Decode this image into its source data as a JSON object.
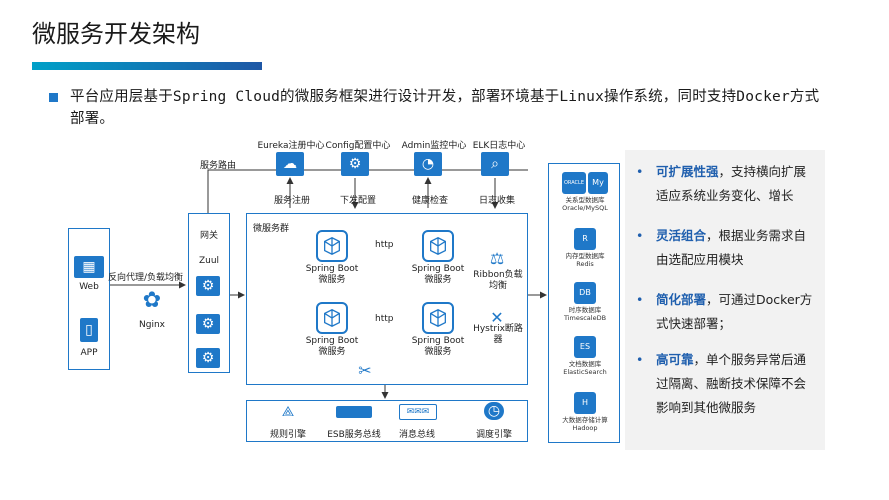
{
  "title": "微服务开发架构",
  "intro": "平台应用层基于Spring Cloud的微服务框架进行设计开发，部署环境基于Linux操作系统，同时支持Docker方式部署。",
  "top_services": [
    {
      "label": "Eureka注册中心",
      "edge": "服务注册"
    },
    {
      "label": "Config配置中心",
      "edge": "下发配置"
    },
    {
      "label": "Admin监控中心",
      "edge": "健康检查"
    },
    {
      "label": "ELK日志中心",
      "edge": "日志收集"
    }
  ],
  "service_route": "服务路由",
  "client": {
    "web": "Web",
    "app": "APP"
  },
  "proxy_label": "反向代理/负载均衡",
  "nginx": "Nginx",
  "gateway": {
    "title": "网关",
    "name": "Zuul"
  },
  "cluster": {
    "title": "微服务群",
    "services": [
      "Spring Boot\n微服务",
      "Spring Boot\n微服务",
      "Spring Boot\n微服务",
      "Spring Boot\n微服务"
    ],
    "http": [
      "http",
      "http"
    ],
    "ribbon": "Ribbon负载\n均衡",
    "hystrix": "Hystrix断路\n器"
  },
  "bottom": [
    "规则引擎",
    "ESB服务总线",
    "消息总线",
    "调度引擎"
  ],
  "storage": [
    {
      "name": "关系型数据库\nOracle/MySQL",
      "icon": "ORACLE"
    },
    {
      "name": "内存型数据库\nRedis",
      "icon": "R"
    },
    {
      "name": "时序数据库\nTimescaleDB",
      "icon": "DB"
    },
    {
      "name": "文档数据库\nElasticSearch",
      "icon": "ES"
    },
    {
      "name": "大数据存储计算\nHadoop",
      "icon": "H"
    }
  ],
  "advantages": [
    {
      "head": "可扩展性强",
      "body": "，支持横向扩展适应系统业务变化、增长"
    },
    {
      "head": "灵活组合",
      "body": "，根据业务需求自由选配应用模块"
    },
    {
      "head": "简化部署",
      "body": "，可通过Docker方式快速部署；"
    },
    {
      "head": "高可靠",
      "body": "，单个服务异常后通过隔离、融断技术保障不会影响到其他微服务"
    }
  ],
  "colors": {
    "accent": "#1f78c8",
    "title_bar_start": "#00a0c8",
    "title_bar_end": "#1e57a6",
    "highlight": "#1f5fae"
  }
}
